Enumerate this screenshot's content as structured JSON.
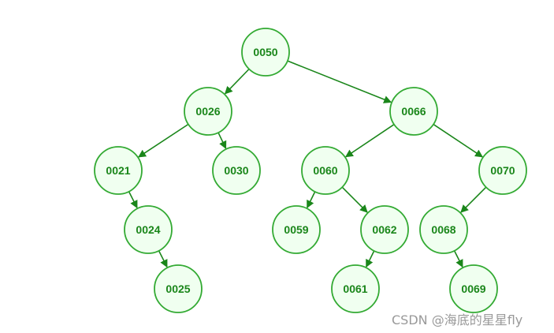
{
  "style": {
    "node_fill": "#f0fff0",
    "node_stroke": "#33aa33",
    "edge_color": "#1a861a",
    "label_color": "#1a861a",
    "watermark_color": "#999999"
  },
  "tree": {
    "nodes": [
      {
        "id": "n0050",
        "label": "0050"
      },
      {
        "id": "n0026",
        "label": "0026"
      },
      {
        "id": "n0066",
        "label": "0066"
      },
      {
        "id": "n0021",
        "label": "0021"
      },
      {
        "id": "n0030",
        "label": "0030"
      },
      {
        "id": "n0060",
        "label": "0060"
      },
      {
        "id": "n0070",
        "label": "0070"
      },
      {
        "id": "n0024",
        "label": "0024"
      },
      {
        "id": "n0059",
        "label": "0059"
      },
      {
        "id": "n0062",
        "label": "0062"
      },
      {
        "id": "n0068",
        "label": "0068"
      },
      {
        "id": "n0025",
        "label": "0025"
      },
      {
        "id": "n0061",
        "label": "0061"
      },
      {
        "id": "n0069",
        "label": "0069"
      }
    ],
    "edges": [
      {
        "from": "n0050",
        "to": "n0026"
      },
      {
        "from": "n0050",
        "to": "n0066"
      },
      {
        "from": "n0026",
        "to": "n0021"
      },
      {
        "from": "n0026",
        "to": "n0030"
      },
      {
        "from": "n0021",
        "to": "n0024"
      },
      {
        "from": "n0024",
        "to": "n0025"
      },
      {
        "from": "n0066",
        "to": "n0060"
      },
      {
        "from": "n0066",
        "to": "n0070"
      },
      {
        "from": "n0060",
        "to": "n0059"
      },
      {
        "from": "n0060",
        "to": "n0062"
      },
      {
        "from": "n0062",
        "to": "n0061"
      },
      {
        "from": "n0070",
        "to": "n0068"
      },
      {
        "from": "n0068",
        "to": "n0069"
      }
    ]
  },
  "watermark": "CSDN @海底的星星fly"
}
